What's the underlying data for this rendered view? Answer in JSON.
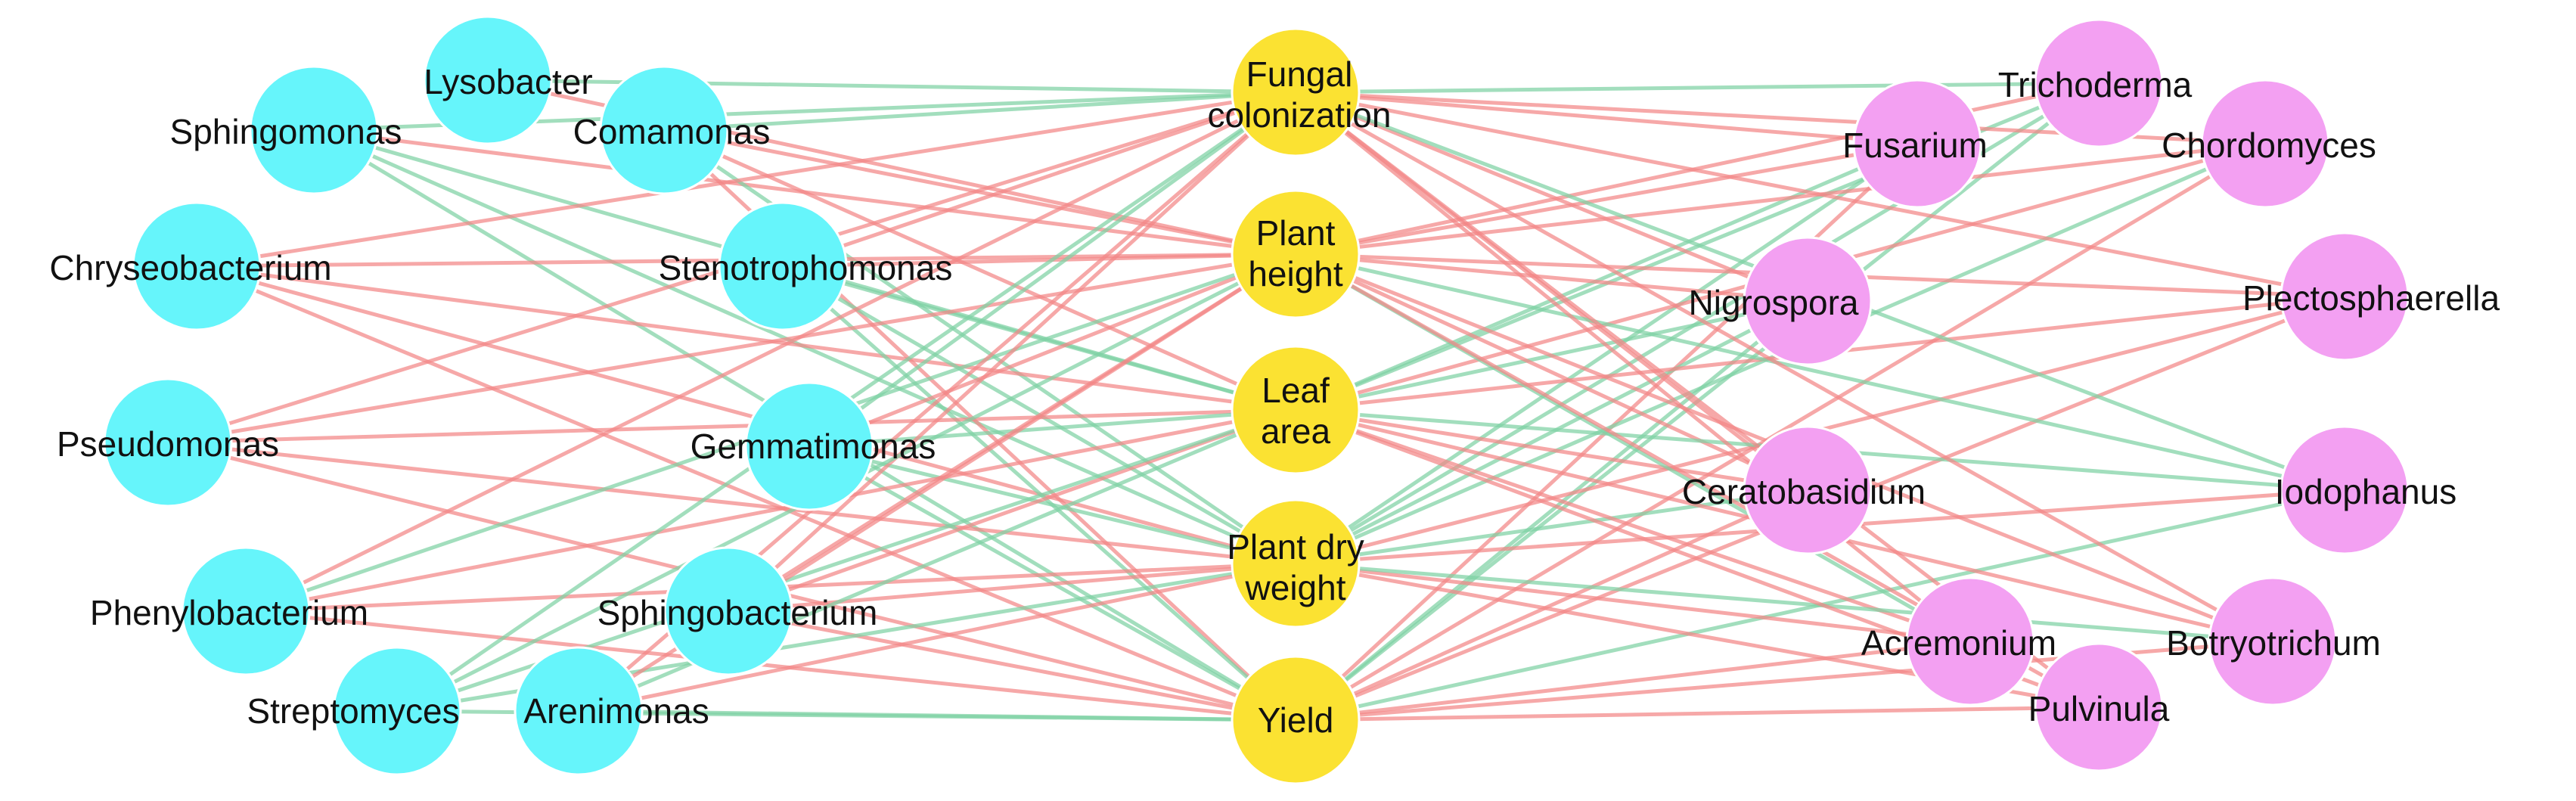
{
  "colors": {
    "bacteria": "#66F5FB",
    "traits": "#FBE232",
    "fungi": "#F3A0F2",
    "positive_edge": "#7ED1A4",
    "negative_edge": "#F28787"
  },
  "bacteria": [
    {
      "id": "lysobacter",
      "label": "Lysobacter"
    },
    {
      "id": "sphingomonas",
      "label": "Sphingomonas"
    },
    {
      "id": "comamonas",
      "label": "Comamonas"
    },
    {
      "id": "chryseobacterium",
      "label": "Chryseobacterium"
    },
    {
      "id": "stenotrophomonas",
      "label": "Stenotrophomonas"
    },
    {
      "id": "pseudomonas",
      "label": "Pseudomonas"
    },
    {
      "id": "gemmatimonas",
      "label": "Gemmatimonas"
    },
    {
      "id": "phenylobacterium",
      "label": "Phenylobacterium"
    },
    {
      "id": "sphingobacterium",
      "label": "Sphingobacterium"
    },
    {
      "id": "streptomyces",
      "label": "Streptomyces"
    },
    {
      "id": "arenimonas",
      "label": "Arenimonas"
    }
  ],
  "traits": [
    {
      "id": "fungal_colonization",
      "label_lines": [
        "Fungal",
        "colonization"
      ]
    },
    {
      "id": "plant_height",
      "label_lines": [
        "Plant",
        "height"
      ]
    },
    {
      "id": "leaf_area",
      "label_lines": [
        "Leaf",
        "area"
      ]
    },
    {
      "id": "plant_dry_weight",
      "label_lines": [
        "Plant dry",
        "weight"
      ]
    },
    {
      "id": "yield",
      "label_lines": [
        "Yield"
      ]
    }
  ],
  "fungi": [
    {
      "id": "trichoderma",
      "label": "Trichoderma"
    },
    {
      "id": "fusarium",
      "label": "Fusarium"
    },
    {
      "id": "chordomyces",
      "label": "Chordomyces"
    },
    {
      "id": "nigrospora",
      "label": "Nigrospora"
    },
    {
      "id": "plectosphaerella",
      "label": "Plectosphaerella"
    },
    {
      "id": "ceratobasidium",
      "label": "Ceratobasidium"
    },
    {
      "id": "iodophanus",
      "label": "Iodophanus"
    },
    {
      "id": "acremonium",
      "label": "Acremonium"
    },
    {
      "id": "botryotrichum",
      "label": "Botryotrichum"
    },
    {
      "id": "pulvinula",
      "label": "Pulvinula"
    }
  ],
  "edges": [
    {
      "from": "lysobacter",
      "to": "fungal_colonization",
      "sign": "positive"
    },
    {
      "from": "lysobacter",
      "to": "plant_height",
      "sign": "negative"
    },
    {
      "from": "sphingomonas",
      "to": "fungal_colonization",
      "sign": "positive"
    },
    {
      "from": "sphingomonas",
      "to": "plant_height",
      "sign": "negative"
    },
    {
      "from": "sphingomonas",
      "to": "leaf_area",
      "sign": "positive"
    },
    {
      "from": "sphingomonas",
      "to": "plant_dry_weight",
      "sign": "positive"
    },
    {
      "from": "sphingomonas",
      "to": "yield",
      "sign": "positive"
    },
    {
      "from": "comamonas",
      "to": "fungal_colonization",
      "sign": "positive"
    },
    {
      "from": "comamonas",
      "to": "plant_height",
      "sign": "negative"
    },
    {
      "from": "comamonas",
      "to": "leaf_area",
      "sign": "negative"
    },
    {
      "from": "comamonas",
      "to": "plant_dry_weight",
      "sign": "positive"
    },
    {
      "from": "comamonas",
      "to": "yield",
      "sign": "negative"
    },
    {
      "from": "chryseobacterium",
      "to": "fungal_colonization",
      "sign": "negative"
    },
    {
      "from": "chryseobacterium",
      "to": "plant_height",
      "sign": "negative"
    },
    {
      "from": "chryseobacterium",
      "to": "leaf_area",
      "sign": "negative"
    },
    {
      "from": "chryseobacterium",
      "to": "plant_dry_weight",
      "sign": "negative"
    },
    {
      "from": "chryseobacterium",
      "to": "yield",
      "sign": "negative"
    },
    {
      "from": "stenotrophomonas",
      "to": "fungal_colonization",
      "sign": "negative"
    },
    {
      "from": "stenotrophomonas",
      "to": "plant_height",
      "sign": "negative"
    },
    {
      "from": "stenotrophomonas",
      "to": "leaf_area",
      "sign": "positive"
    },
    {
      "from": "stenotrophomonas",
      "to": "plant_dry_weight",
      "sign": "positive"
    },
    {
      "from": "stenotrophomonas",
      "to": "yield",
      "sign": "positive"
    },
    {
      "from": "pseudomonas",
      "to": "fungal_colonization",
      "sign": "negative"
    },
    {
      "from": "pseudomonas",
      "to": "plant_height",
      "sign": "negative"
    },
    {
      "from": "pseudomonas",
      "to": "leaf_area",
      "sign": "negative"
    },
    {
      "from": "pseudomonas",
      "to": "plant_dry_weight",
      "sign": "negative"
    },
    {
      "from": "pseudomonas",
      "to": "yield",
      "sign": "negative"
    },
    {
      "from": "gemmatimonas",
      "to": "fungal_colonization",
      "sign": "positive"
    },
    {
      "from": "gemmatimonas",
      "to": "plant_height",
      "sign": "negative"
    },
    {
      "from": "gemmatimonas",
      "to": "leaf_area",
      "sign": "positive"
    },
    {
      "from": "gemmatimonas",
      "to": "plant_dry_weight",
      "sign": "positive"
    },
    {
      "from": "gemmatimonas",
      "to": "yield",
      "sign": "positive"
    },
    {
      "from": "phenylobacterium",
      "to": "fungal_colonization",
      "sign": "negative"
    },
    {
      "from": "phenylobacterium",
      "to": "plant_height",
      "sign": "positive"
    },
    {
      "from": "phenylobacterium",
      "to": "leaf_area",
      "sign": "negative"
    },
    {
      "from": "phenylobacterium",
      "to": "plant_dry_weight",
      "sign": "negative"
    },
    {
      "from": "phenylobacterium",
      "to": "yield",
      "sign": "negative"
    },
    {
      "from": "sphingobacterium",
      "to": "fungal_colonization",
      "sign": "negative"
    },
    {
      "from": "sphingobacterium",
      "to": "plant_height",
      "sign": "negative"
    },
    {
      "from": "sphingobacterium",
      "to": "leaf_area",
      "sign": "negative"
    },
    {
      "from": "sphingobacterium",
      "to": "plant_dry_weight",
      "sign": "negative"
    },
    {
      "from": "sphingobacterium",
      "to": "yield",
      "sign": "negative"
    },
    {
      "from": "streptomyces",
      "to": "fungal_colonization",
      "sign": "positive"
    },
    {
      "from": "streptomyces",
      "to": "plant_height",
      "sign": "positive"
    },
    {
      "from": "streptomyces",
      "to": "leaf_area",
      "sign": "positive"
    },
    {
      "from": "streptomyces",
      "to": "plant_dry_weight",
      "sign": "positive"
    },
    {
      "from": "streptomyces",
      "to": "yield",
      "sign": "positive"
    },
    {
      "from": "arenimonas",
      "to": "fungal_colonization",
      "sign": "negative"
    },
    {
      "from": "arenimonas",
      "to": "plant_height",
      "sign": "negative"
    },
    {
      "from": "arenimonas",
      "to": "leaf_area",
      "sign": "positive"
    },
    {
      "from": "arenimonas",
      "to": "plant_dry_weight",
      "sign": "negative"
    },
    {
      "from": "arenimonas",
      "to": "yield",
      "sign": "positive"
    },
    {
      "from": "fungal_colonization",
      "to": "trichoderma",
      "sign": "positive"
    },
    {
      "from": "plant_height",
      "to": "trichoderma",
      "sign": "negative"
    },
    {
      "from": "leaf_area",
      "to": "trichoderma",
      "sign": "positive"
    },
    {
      "from": "plant_dry_weight",
      "to": "trichoderma",
      "sign": "positive"
    },
    {
      "from": "yield",
      "to": "trichoderma",
      "sign": "positive"
    },
    {
      "from": "fungal_colonization",
      "to": "fusarium",
      "sign": "negative"
    },
    {
      "from": "plant_height",
      "to": "fusarium",
      "sign": "negative"
    },
    {
      "from": "leaf_area",
      "to": "fusarium",
      "sign": "positive"
    },
    {
      "from": "plant_dry_weight",
      "to": "fusarium",
      "sign": "positive"
    },
    {
      "from": "yield",
      "to": "fusarium",
      "sign": "negative"
    },
    {
      "from": "fungal_colonization",
      "to": "chordomyces",
      "sign": "negative"
    },
    {
      "from": "plant_height",
      "to": "chordomyces",
      "sign": "negative"
    },
    {
      "from": "leaf_area",
      "to": "chordomyces",
      "sign": "negative"
    },
    {
      "from": "plant_dry_weight",
      "to": "chordomyces",
      "sign": "positive"
    },
    {
      "from": "yield",
      "to": "chordomyces",
      "sign": "negative"
    },
    {
      "from": "fungal_colonization",
      "to": "nigrospora",
      "sign": "negative"
    },
    {
      "from": "plant_height",
      "to": "nigrospora",
      "sign": "negative"
    },
    {
      "from": "leaf_area",
      "to": "nigrospora",
      "sign": "positive"
    },
    {
      "from": "plant_dry_weight",
      "to": "nigrospora",
      "sign": "positive"
    },
    {
      "from": "yield",
      "to": "nigrospora",
      "sign": "positive"
    },
    {
      "from": "fungal_colonization",
      "to": "plectosphaerella",
      "sign": "negative"
    },
    {
      "from": "plant_height",
      "to": "plectosphaerella",
      "sign": "negative"
    },
    {
      "from": "leaf_area",
      "to": "plectosphaerella",
      "sign": "negative"
    },
    {
      "from": "plant_dry_weight",
      "to": "plectosphaerella",
      "sign": "negative"
    },
    {
      "from": "yield",
      "to": "plectosphaerella",
      "sign": "negative"
    },
    {
      "from": "fungal_colonization",
      "to": "ceratobasidium",
      "sign": "negative"
    },
    {
      "from": "plant_height",
      "to": "ceratobasidium",
      "sign": "negative"
    },
    {
      "from": "leaf_area",
      "to": "ceratobasidium",
      "sign": "negative"
    },
    {
      "from": "plant_dry_weight",
      "to": "ceratobasidium",
      "sign": "positive"
    },
    {
      "from": "yield",
      "to": "ceratobasidium",
      "sign": "negative"
    },
    {
      "from": "fungal_colonization",
      "to": "iodophanus",
      "sign": "positive"
    },
    {
      "from": "plant_height",
      "to": "iodophanus",
      "sign": "positive"
    },
    {
      "from": "leaf_area",
      "to": "iodophanus",
      "sign": "positive"
    },
    {
      "from": "plant_dry_weight",
      "to": "iodophanus",
      "sign": "negative"
    },
    {
      "from": "yield",
      "to": "iodophanus",
      "sign": "positive"
    },
    {
      "from": "fungal_colonization",
      "to": "acremonium",
      "sign": "negative"
    },
    {
      "from": "plant_height",
      "to": "acremonium",
      "sign": "positive"
    },
    {
      "from": "leaf_area",
      "to": "acremonium",
      "sign": "negative"
    },
    {
      "from": "plant_dry_weight",
      "to": "acremonium",
      "sign": "negative"
    },
    {
      "from": "yield",
      "to": "acremonium",
      "sign": "negative"
    },
    {
      "from": "fungal_colonization",
      "to": "botryotrichum",
      "sign": "negative"
    },
    {
      "from": "plant_height",
      "to": "botryotrichum",
      "sign": "negative"
    },
    {
      "from": "leaf_area",
      "to": "botryotrichum",
      "sign": "negative"
    },
    {
      "from": "plant_dry_weight",
      "to": "botryotrichum",
      "sign": "positive"
    },
    {
      "from": "yield",
      "to": "botryotrichum",
      "sign": "negative"
    },
    {
      "from": "fungal_colonization",
      "to": "pulvinula",
      "sign": "negative"
    },
    {
      "from": "plant_height",
      "to": "pulvinula",
      "sign": "negative"
    },
    {
      "from": "leaf_area",
      "to": "pulvinula",
      "sign": "negative"
    },
    {
      "from": "plant_dry_weight",
      "to": "pulvinula",
      "sign": "negative"
    },
    {
      "from": "yield",
      "to": "pulvinula",
      "sign": "negative"
    }
  ]
}
